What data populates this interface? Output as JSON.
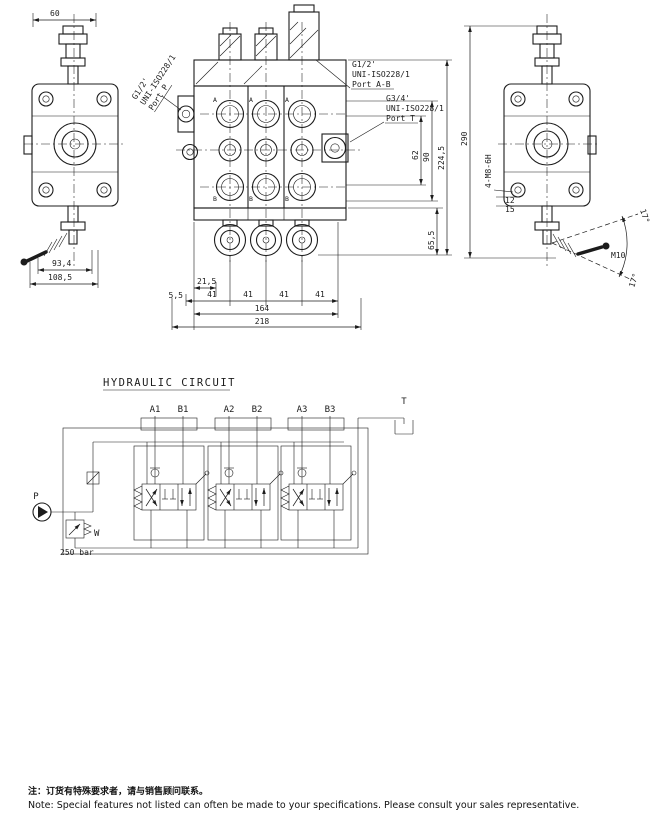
{
  "drawing": {
    "left_view": {
      "dim_width_top": "60",
      "dim_93_4": "93,4",
      "dim_108_5": "108,5"
    },
    "front_view": {
      "port_p": {
        "size": "G1/2'",
        "standard": "UNI-ISO228/1",
        "name": "Port P"
      },
      "port_ab": {
        "size": "G1/2'",
        "standard": "UNI-ISO228/1",
        "name": "Port A-B"
      },
      "port_t": {
        "size": "G3/4'",
        "standard": "UNI-ISO228/1",
        "name": "Port T"
      },
      "label_a": "A",
      "label_b": "B",
      "dim_62": "62",
      "dim_90": "90",
      "dim_224_5": "224,5",
      "dim_65_5": "65,5",
      "dim_21_5": "21,5",
      "dim_5_5": "5,5",
      "dim_41": "41",
      "dim_164": "164",
      "dim_218": "218"
    },
    "right_view": {
      "dim_290": "290",
      "thread_callout": "4-M8-6H",
      "dim_12": "12",
      "dim_15": "15",
      "lever_thread": "M10",
      "angle": "17°"
    }
  },
  "circuit": {
    "title": "HYDRAULIC CIRCUIT",
    "work_ports": [
      "A1",
      "B1",
      "A2",
      "B2",
      "A3",
      "B3"
    ],
    "tank_label": "T",
    "pump_label": "P",
    "relief_label": "W",
    "relief_setting": "250 bar"
  },
  "notes": {
    "chinese": "注：订货有特殊要求者，请与销售顾问联系。",
    "english": "Note: Special features not listed can often be made to your specifications. Please consult your sales representative."
  },
  "colors": {
    "ink": "#1c1c1c",
    "background": "#ffffff"
  }
}
